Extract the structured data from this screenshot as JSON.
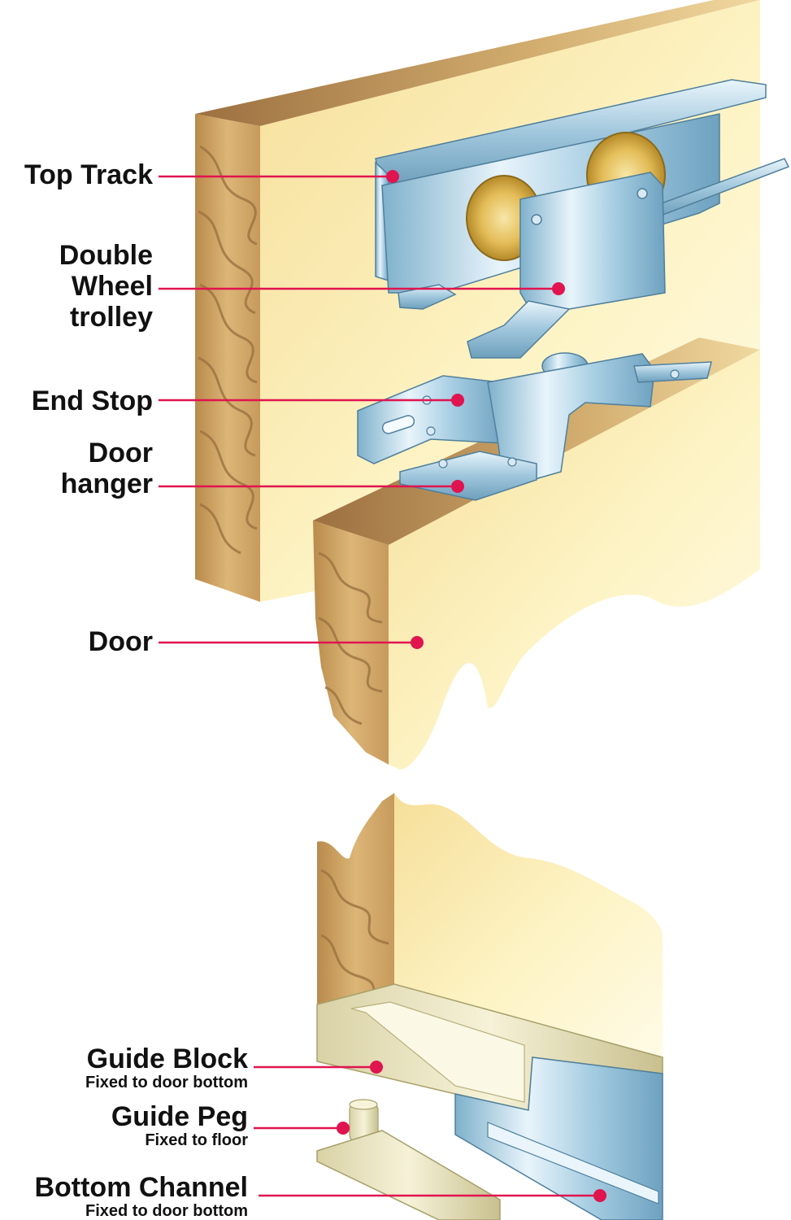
{
  "labels": {
    "top_track": "Top Track",
    "double_wheel_trolley": [
      "Double",
      "Wheel",
      "trolley"
    ],
    "end_stop": "End Stop",
    "door_hanger": [
      "Door",
      "hanger"
    ],
    "door": "Door",
    "guide_block": {
      "title": "Guide Block",
      "note": "Fixed to door bottom"
    },
    "guide_peg": {
      "title": "Guide Peg",
      "note": "Fixed to floor"
    },
    "bottom_channel": {
      "title": "Bottom Channel",
      "note": "Fixed to door bottom"
    }
  },
  "colors": {
    "leader": "#e0144f",
    "wood_face": "#fbf1bd",
    "wood_edge": "#d2aa6c",
    "metal": "#b7d8ea",
    "wheel": "#e6c060",
    "text": "#111111"
  }
}
